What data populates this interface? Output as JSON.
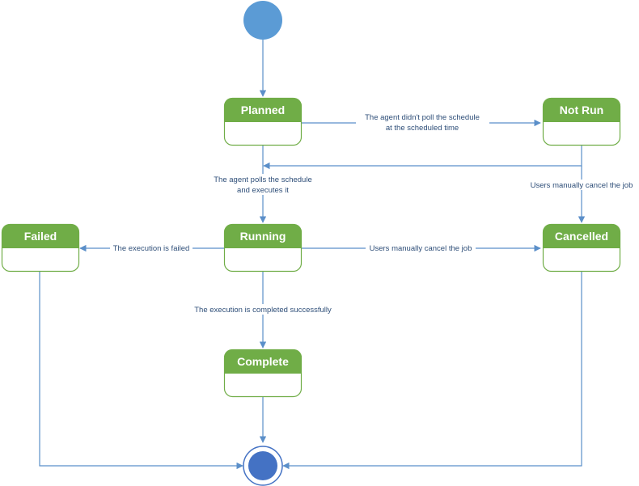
{
  "states": {
    "planned": "Planned",
    "not_run": "Not Run",
    "failed": "Failed",
    "running": "Running",
    "cancelled": "Cancelled",
    "complete": "Complete"
  },
  "transitions": {
    "planned_to_not_run": [
      "The agent didn't poll the schedule",
      "at the scheduled time"
    ],
    "planned_to_running": [
      "The agent polls the schedule",
      "and executes it"
    ],
    "not_run_to_cancelled": "Users manually cancel the job",
    "running_to_failed": "The execution is failed",
    "running_to_cancelled": "Users manually cancel the job",
    "running_to_complete": "The execution is completed successfully"
  },
  "colors": {
    "state_header": "#70ad47",
    "state_border": "#70ad47",
    "initial_node": "#5b9bd5",
    "final_node": "#4472c4",
    "edge": "#5b8fc9",
    "label_text": "#2e4e78"
  }
}
